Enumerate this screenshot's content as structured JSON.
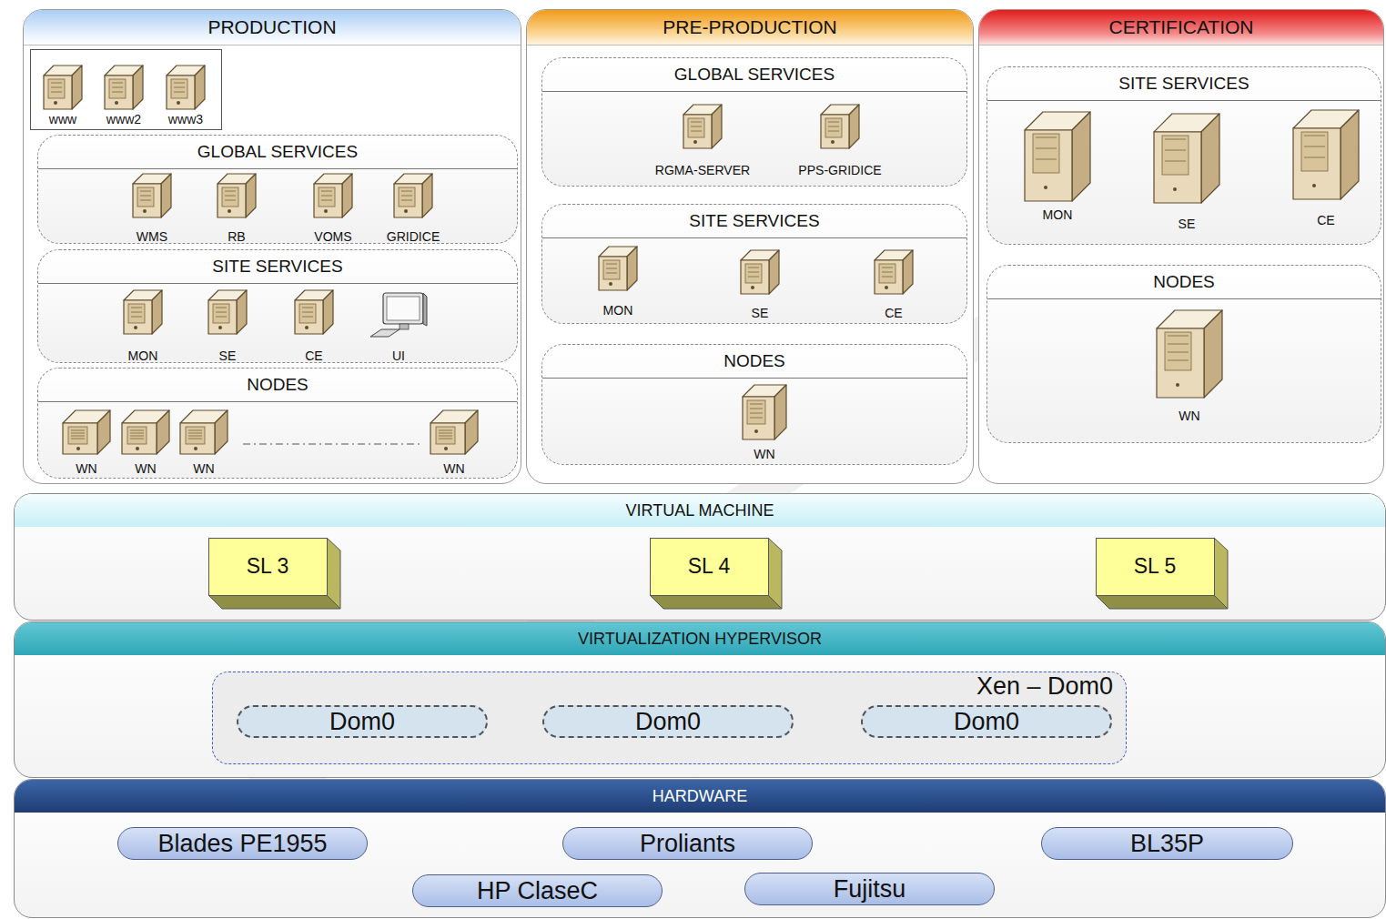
{
  "diagram": {
    "nodes": [
      {
        "text": [
          "PRODUCTION"
        ]
      },
      {
        "text": [
          "www"
        ],
        "in": 0
      },
      {
        "text": [
          "www2"
        ],
        "in": 0
      },
      {
        "text": [
          "www3"
        ],
        "in": 0
      },
      {
        "text": [
          "GLOBAL SERVICES"
        ],
        "in": 0
      },
      {
        "text": [
          "WMS"
        ],
        "in": 4
      },
      {
        "text": [
          "RB"
        ],
        "in": 4
      },
      {
        "text": [
          "VOMS"
        ],
        "in": 4
      },
      {
        "text": [
          "GRIDICE"
        ],
        "in": 4
      },
      {
        "text": [
          "SITE SERVICES"
        ],
        "in": 0
      },
      {
        "text": [
          "MON"
        ],
        "in": 9
      },
      {
        "text": [
          "SE"
        ],
        "in": 9
      },
      {
        "text": [
          "CE"
        ],
        "in": 9
      },
      {
        "text": [
          "UI"
        ],
        "in": 9
      },
      {
        "text": [
          "NODES"
        ],
        "in": 0
      },
      {
        "text": [
          "WN"
        ],
        "in": 14
      },
      {
        "text": [
          "WN"
        ],
        "in": 14
      },
      {
        "text": [
          "WN"
        ],
        "in": 14
      },
      {
        "text": [
          "WN"
        ],
        "in": 14
      },
      {
        "text": [
          "PRE-PRODUCTION"
        ]
      },
      {
        "text": [
          "GLOBAL SERVICES"
        ],
        "in": 19
      },
      {
        "text": [
          "RGMA-SERVER"
        ],
        "in": 20
      },
      {
        "text": [
          "PPS-GRIDICE"
        ],
        "in": 20
      },
      {
        "text": [
          "SITE SERVICES"
        ],
        "in": 19
      },
      {
        "text": [
          "MON"
        ],
        "in": 23
      },
      {
        "text": [
          "SE"
        ],
        "in": 23
      },
      {
        "text": [
          "CE"
        ],
        "in": 23
      },
      {
        "text": [
          "NODES"
        ],
        "in": 19
      },
      {
        "text": [
          "WN"
        ],
        "in": 27
      },
      {
        "text": [
          "CERTIFICATION"
        ]
      },
      {
        "text": [
          "SITE SERVICES"
        ],
        "in": 29
      },
      {
        "text": [
          "MON"
        ],
        "in": 30
      },
      {
        "text": [
          "SE"
        ],
        "in": 30
      },
      {
        "text": [
          "CE"
        ],
        "in": 30
      },
      {
        "text": [
          "NODES"
        ],
        "in": 29
      },
      {
        "text": [
          "WN"
        ],
        "in": 34
      },
      {
        "text": [
          "VIRTUAL MACHINE"
        ]
      },
      {
        "text": [
          "SL 3"
        ],
        "in": 36
      },
      {
        "text": [
          "SL 4"
        ],
        "in": 36
      },
      {
        "text": [
          "SL 5"
        ],
        "in": 36
      },
      {
        "text": [
          "VIRTUALIZATION HYPERVISOR"
        ]
      },
      {
        "text": [
          "Xen – Dom0"
        ],
        "in": 40
      },
      {
        "text": [
          "Dom0"
        ],
        "in": 41
      },
      {
        "text": [
          "Dom0"
        ],
        "in": 41
      },
      {
        "text": [
          "Dom0"
        ],
        "in": 41
      },
      {
        "text": [
          "HARDWARE"
        ]
      },
      {
        "text": [
          "Blades PE1955"
        ],
        "in": 45
      },
      {
        "text": [
          "Proliants"
        ],
        "in": 45
      },
      {
        "text": [
          "BL35P"
        ],
        "in": 45
      },
      {
        "text": [
          "HP ClaseC"
        ],
        "in": 45
      },
      {
        "text": [
          "Fujitsu"
        ],
        "in": 45
      }
    ]
  }
}
